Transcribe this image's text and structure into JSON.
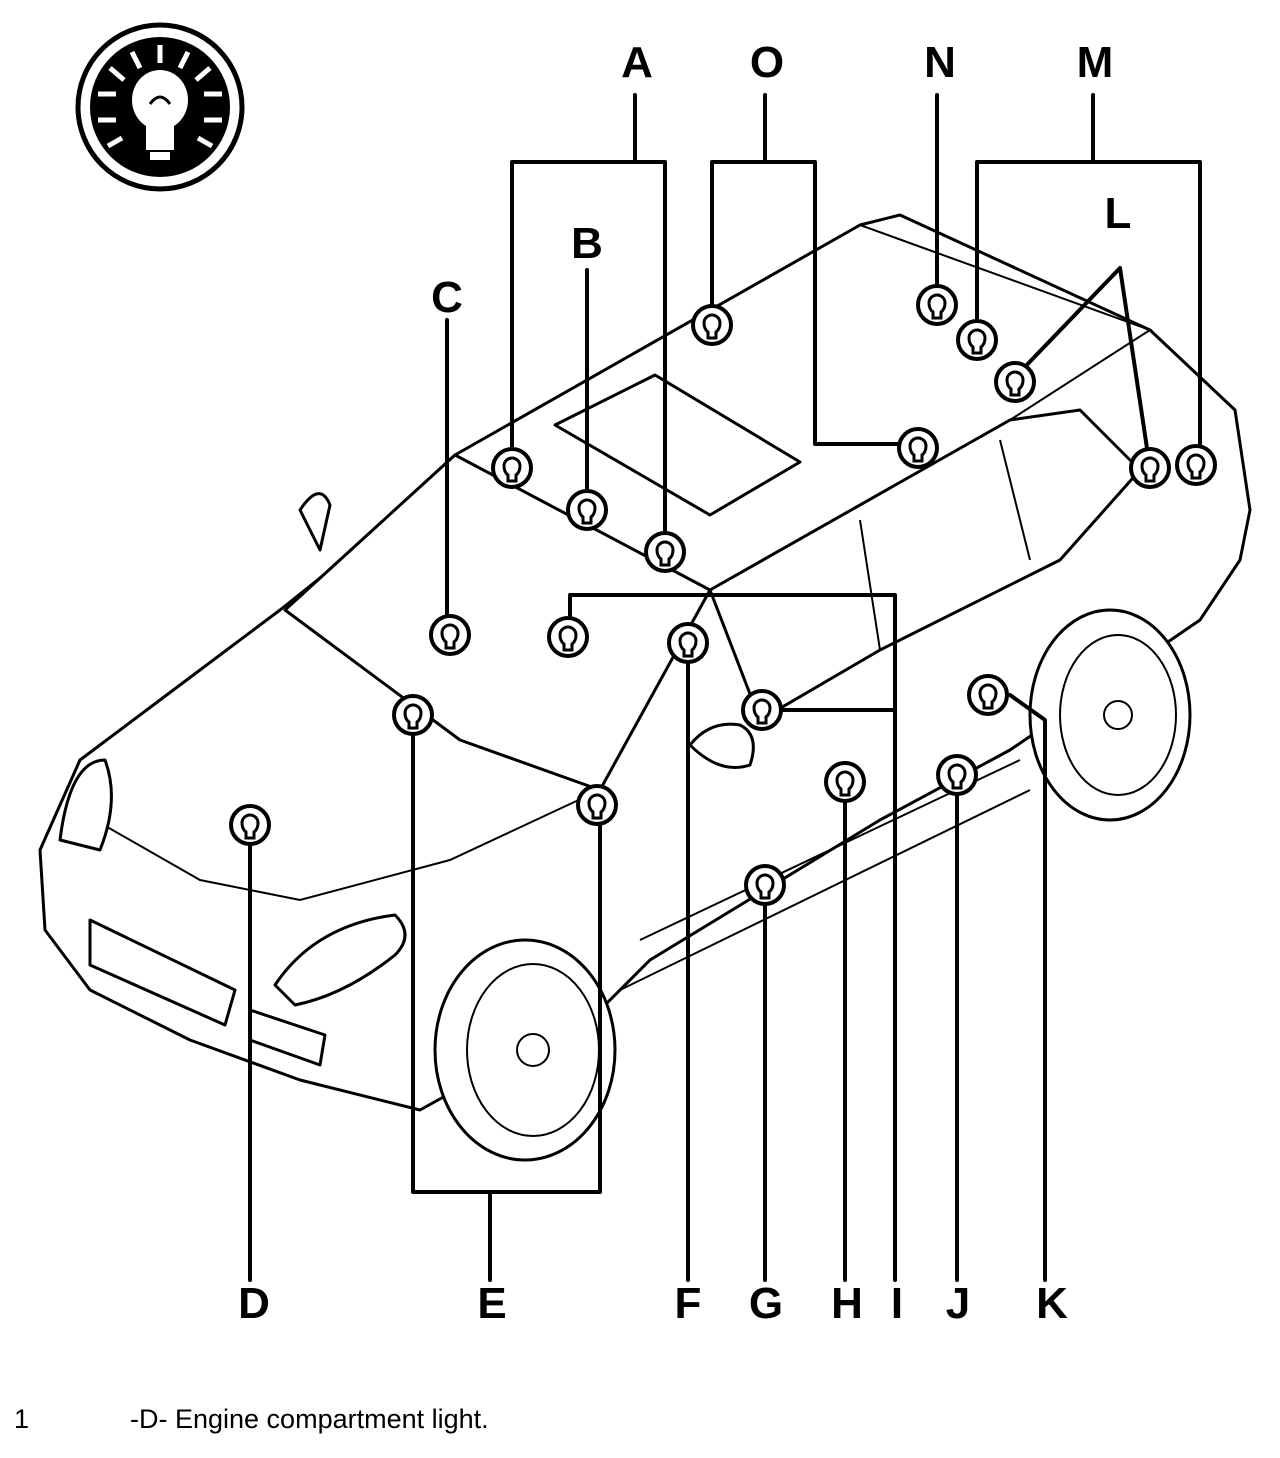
{
  "labels": {
    "A": "A",
    "B": "B",
    "C": "C",
    "D": "D",
    "E": "E",
    "F": "F",
    "G": "G",
    "H": "H",
    "I": "I",
    "J": "J",
    "K": "K",
    "L": "L",
    "M": "M",
    "N": "N",
    "O": "O"
  },
  "caption": {
    "number": "1",
    "text": "-D- Engine compartment light."
  },
  "icons": {
    "badge": "light-bulb-badge-icon",
    "marker": "bulb-marker-icon"
  },
  "colors": {
    "ink": "#000000",
    "paper": "#ffffff"
  }
}
